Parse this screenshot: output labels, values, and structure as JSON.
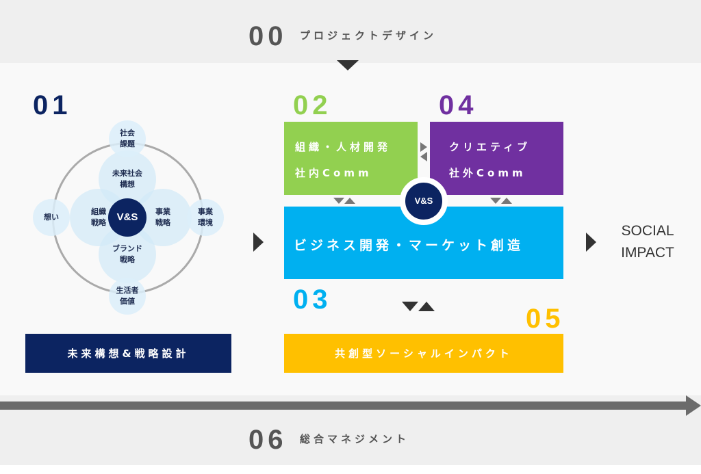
{
  "header": {
    "number": "00",
    "label": "プロジェクトデザイン"
  },
  "footer": {
    "number": "06",
    "label": "総合マネジメント"
  },
  "section01": {
    "number": "01",
    "core": "V&S",
    "outer": {
      "top": "社会\n課題",
      "left": "想い",
      "right": "事業\n環境",
      "bottom": "生活者\n価値"
    },
    "inner": {
      "top": "未来社会\n構想",
      "left": "組織\n戦略",
      "right": "事業\n戦略",
      "bottom": "ブランド\n戦略"
    },
    "label": "未来構想&戦略設計"
  },
  "section02": {
    "number": "02",
    "line1": "組織・人材開発",
    "line2": "社内Comm"
  },
  "section04": {
    "number": "04",
    "line1": "クリエティブ",
    "line2": "社外Comm"
  },
  "section03": {
    "number": "03",
    "label": "ビジネス開発・マーケット創造"
  },
  "section05": {
    "number": "05",
    "label": "共創型ソーシャルインパクト"
  },
  "badge": "V&S",
  "outcome": {
    "line1": "SOCIAL",
    "line2": "IMPACT"
  },
  "colors": {
    "navy": "#0c2461",
    "green": "#92d050",
    "purple": "#7030a0",
    "cyan": "#00b0f0",
    "yellow": "#ffc000",
    "gray": "#555555"
  }
}
